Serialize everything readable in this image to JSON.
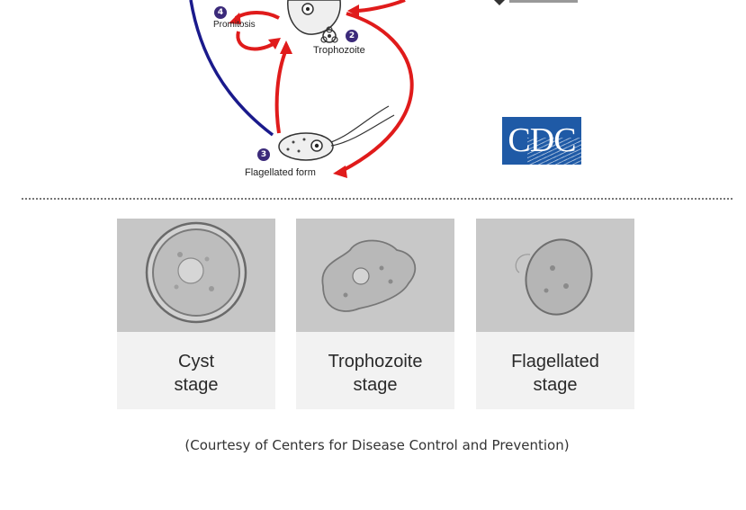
{
  "diagram": {
    "labels": {
      "promitosis": "Promitosis",
      "trophozoite": "Trophozoite",
      "flagellated_form": "Flagellated form"
    },
    "step_numbers": {
      "promitosis": "4",
      "trophozoite": "2",
      "flagellated": "3"
    },
    "logo_text": "CDC",
    "colors": {
      "infective_arrow": "#1a1a8c",
      "cycle_arrow": "#e01b1b",
      "step_badge": "#3b2a7a",
      "logo_bg": "#1f5aa6"
    }
  },
  "stages": [
    {
      "line1": "Cyst",
      "line2": "stage"
    },
    {
      "line1": "Trophozoite",
      "line2": "stage"
    },
    {
      "line1": "Flagellated",
      "line2": "stage"
    }
  ],
  "courtesy": "(Courtesy of Centers for Disease Control and Prevention)"
}
